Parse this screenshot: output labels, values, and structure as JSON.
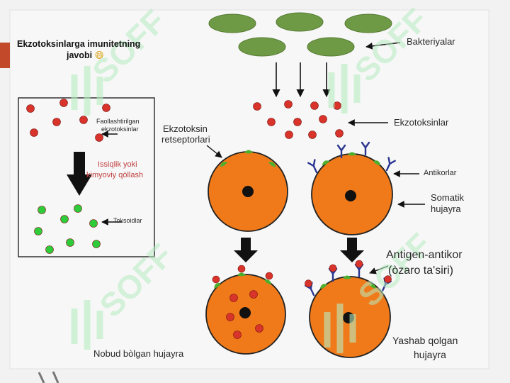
{
  "title_line1": "Ekzotoksinlarga imunitetning",
  "title_line2": "javobi",
  "emoji": "😄",
  "box": {
    "activated_line1": "Faollashtirilgan",
    "activated_line2": "ekzotoksinlar",
    "treatment_line1": "Issiqlik yoki",
    "treatment_line2": "kimyoviy qòllash",
    "toxoids": "Toksoidlar"
  },
  "labels": {
    "bacteria": "Bakteriyalar",
    "exotoxins": "Ekzotoksinlar",
    "receptors_line1": "Ekzotoksin",
    "receptors_line2": "retseptorlari",
    "antibodies": "Antikorlar",
    "somatic_line1": "Somatik",
    "somatic_line2": "hujayra",
    "antigen_line1": "Antigen-antikor",
    "antigen_line2": "(òzaro ta'siri)",
    "survived_line1": "Yashab qolgan",
    "survived_line2": "hujayra",
    "dead": "Nobud bòlgan hujayra"
  },
  "watermark": "SOFF",
  "colors": {
    "bacteria": "#6e9a45",
    "toxin": "#d8342c",
    "toxoid": "#2ecc3a",
    "cell": "#f07a1a",
    "antibody": "#2a3590",
    "receptor": "#4caf2e",
    "treatment_text": "#c04040"
  }
}
